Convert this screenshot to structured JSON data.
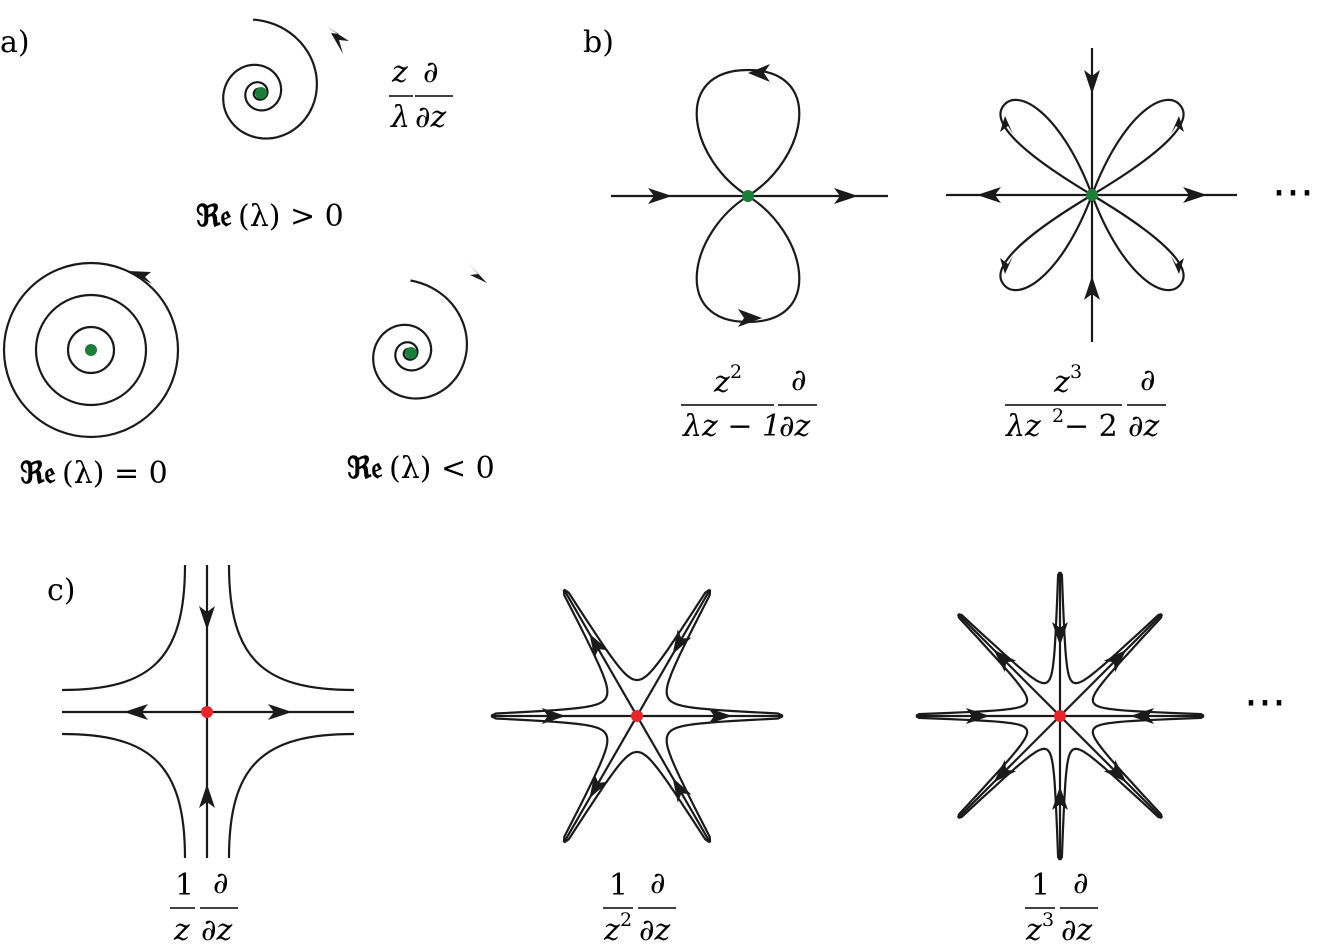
{
  "panels": {
    "a": {
      "label": "a)",
      "field_num": "z",
      "field_den": "λ",
      "field_op_num": "∂",
      "field_op_den": "∂z",
      "cases": [
        {
          "text_re": "ℜ𝔢",
          "text_rest": "(λ) > 0",
          "point_color": "#1b7f3a"
        },
        {
          "text_re": "ℜ𝔢",
          "text_rest": "(λ) = 0",
          "point_color": "#1b7f3a"
        },
        {
          "text_re": "ℜ𝔢",
          "text_rest": "(λ) < 0",
          "point_color": "#1b7f3a"
        }
      ]
    },
    "b": {
      "label": "b)",
      "fields": [
        {
          "num": "z",
          "num_exp": "2",
          "den": "λz − 1",
          "op_num": "∂",
          "op_den": "∂z"
        },
        {
          "num": "z",
          "num_exp": "3",
          "den_a": "λz",
          "den_exp": "2",
          "den_b": " − 2",
          "op_num": "∂",
          "op_den": "∂z"
        }
      ],
      "ellipsis": "···",
      "point_color": "#1b7f3a"
    },
    "c": {
      "label": "c)",
      "fields": [
        {
          "num": "1",
          "den": "z",
          "den_exp": "",
          "op_num": "∂",
          "op_den": "∂z"
        },
        {
          "num": "1",
          "den": "z",
          "den_exp": "2",
          "op_num": "∂",
          "op_den": "∂z"
        },
        {
          "num": "1",
          "den": "z",
          "den_exp": "3",
          "op_num": "∂",
          "op_den": "∂z"
        }
      ],
      "ellipsis": "···",
      "point_color": "#e8232a"
    }
  }
}
